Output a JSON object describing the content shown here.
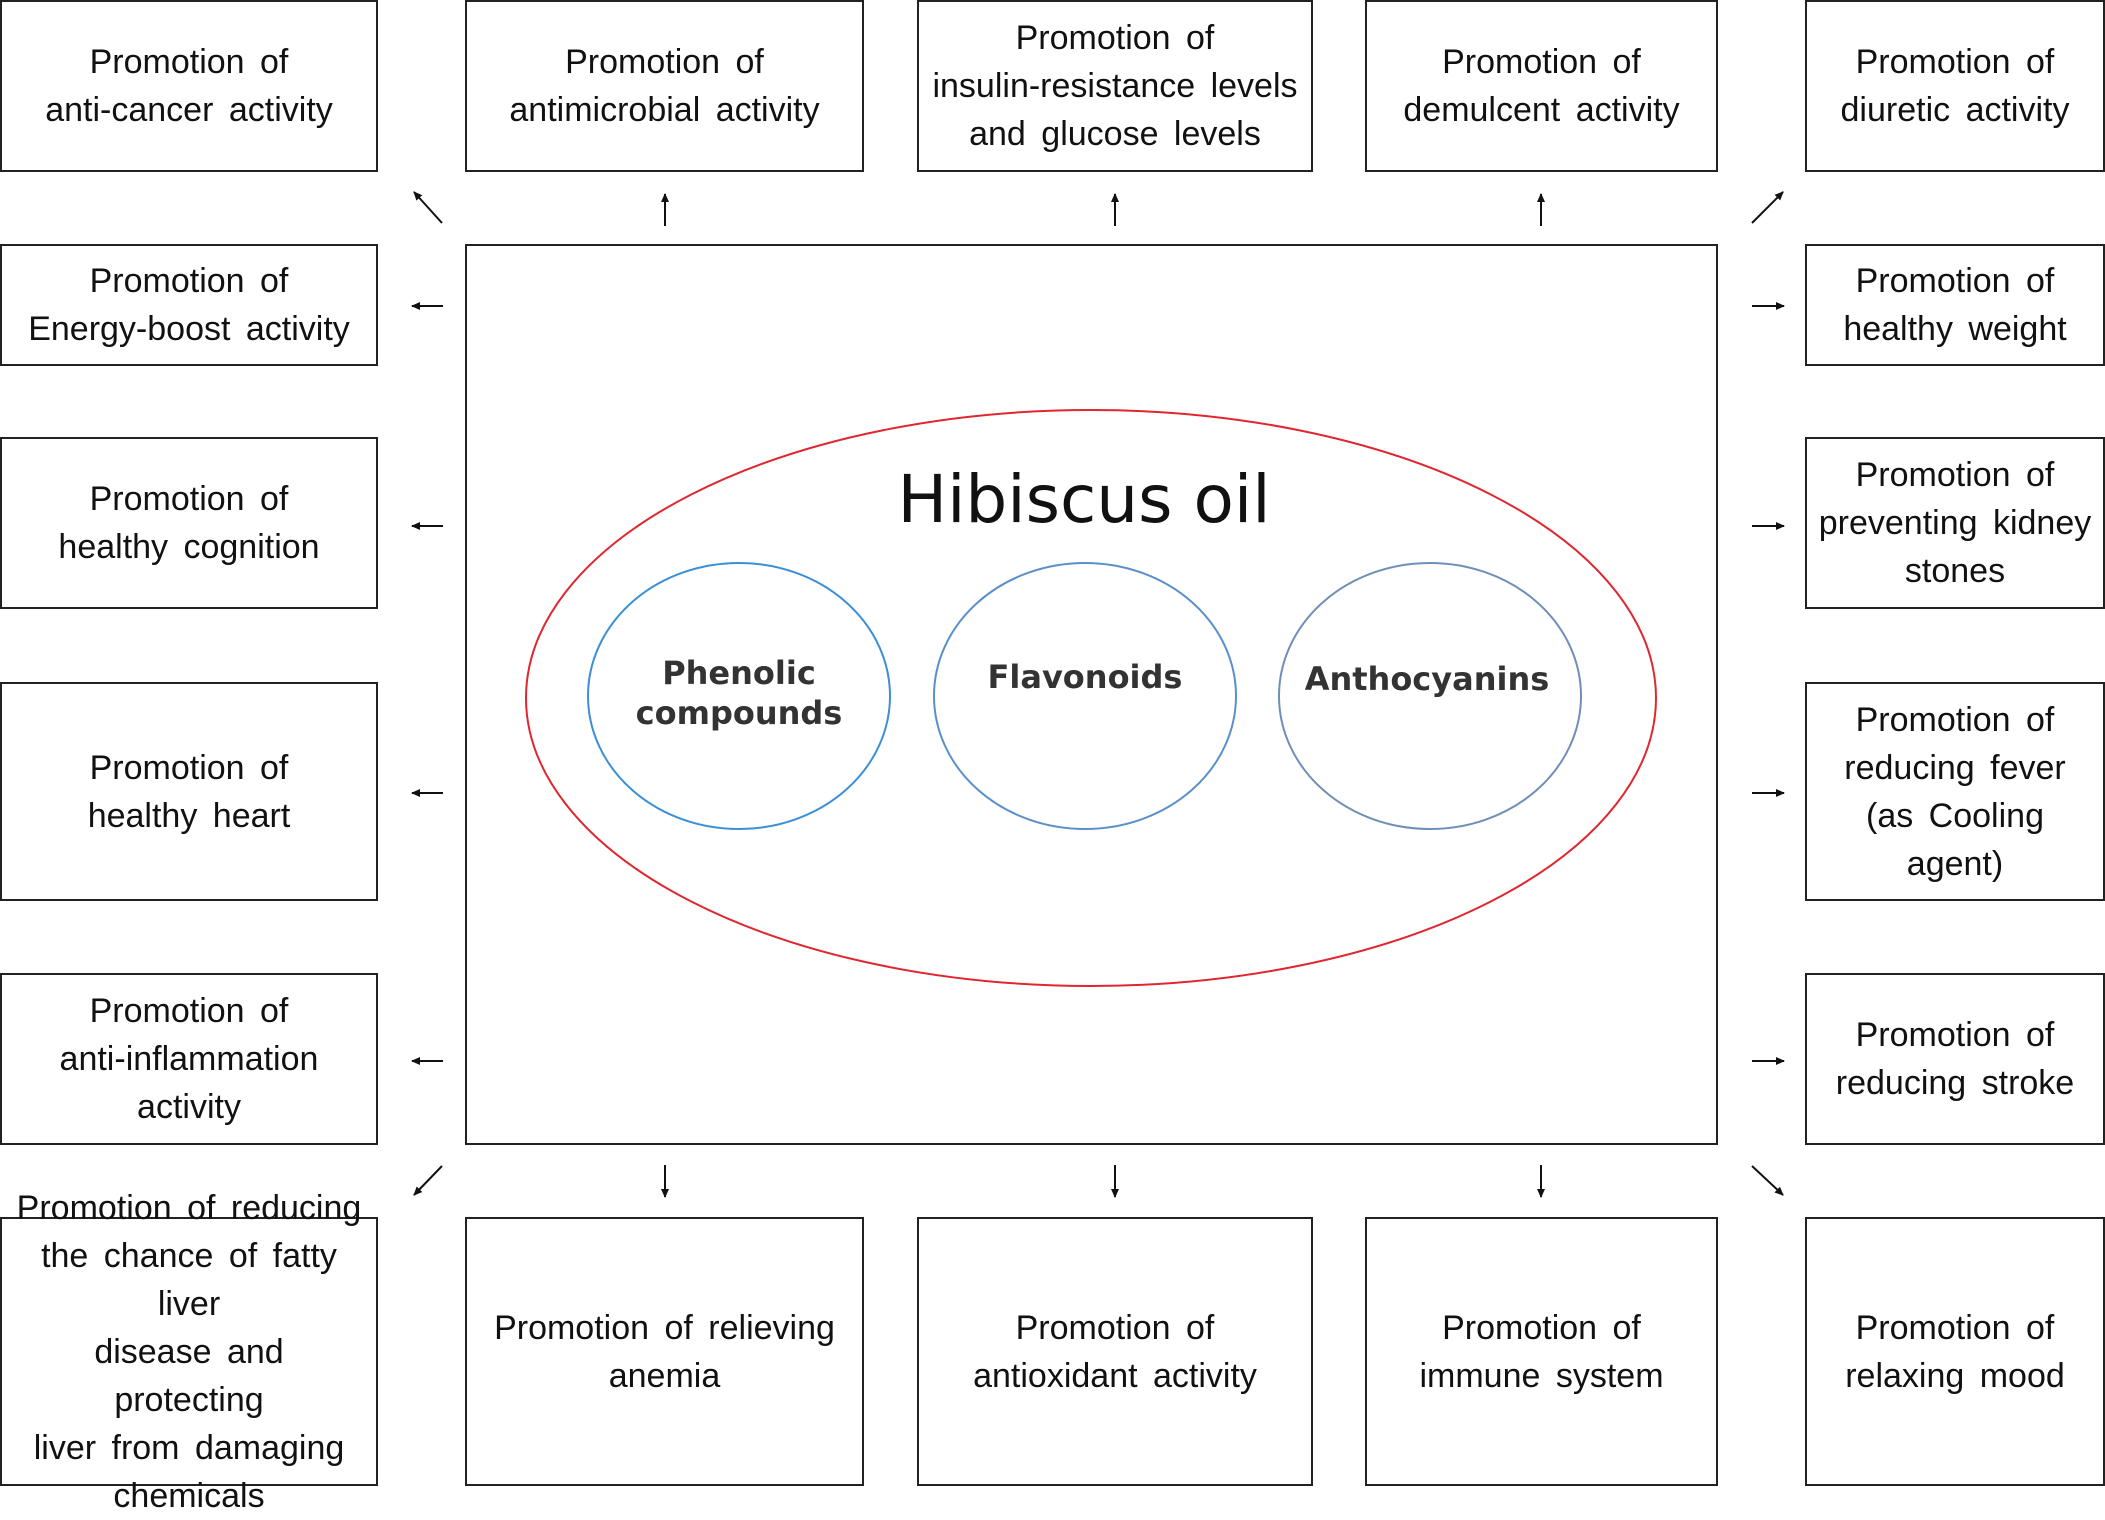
{
  "diagram": {
    "title": "Hibiscus oil",
    "compounds": [
      "Phenolic\ncompounds",
      "Flavonoids",
      "Anthocyanins"
    ],
    "colors": {
      "ellipse": "#e0262f",
      "circle_1": "#3a8fd6",
      "circle_2": "#5b8fc9",
      "circle_3": "#6f8fb8",
      "border": "#222222"
    }
  },
  "effects": {
    "top_left": "Promotion of\nanti-cancer activity",
    "top_1": "Promotion of\nantimicrobial activity",
    "top_2": "Promotion of\ninsulin-resistance levels\nand glucose levels",
    "top_3": "Promotion of\ndemulcent activity",
    "top_right": "Promotion of\ndiuretic activity",
    "left_1": "Promotion of\nEnergy-boost activity",
    "left_2": "Promotion of\nhealthy cognition",
    "left_3": "Promotion of\nhealthy heart",
    "left_4": "Promotion of\nanti-inflammation\nactivity",
    "right_1": "Promotion of\nhealthy weight",
    "right_2": "Promotion of\npreventing kidney\nstones",
    "right_3": "Promotion of\nreducing fever\n(as Cooling\nagent)",
    "right_4": "Promotion of\nreducing stroke",
    "bottom_left": "Promotion of reducing\nthe chance of fatty liver\ndisease and protecting\nliver from damaging\nchemicals",
    "bottom_1": "Promotion of relieving\nanemia",
    "bottom_2": "Promotion of\nantioxidant activity",
    "bottom_3": "Promotion of\nimmune system",
    "bottom_right": "Promotion of\nrelaxing mood"
  }
}
